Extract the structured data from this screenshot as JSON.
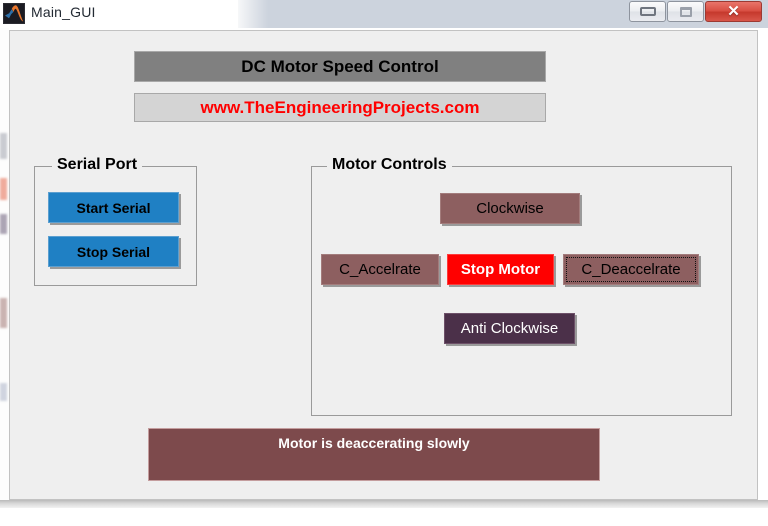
{
  "window": {
    "title": "Main_GUI",
    "app_icon": "matlab-membrane-icon",
    "controls": {
      "minimize": "minimize-icon",
      "maximize": "maximize-icon",
      "close": "✕"
    }
  },
  "banners": {
    "title": "DC Motor Speed Control",
    "website": "www.TheEngineeringProjects.com"
  },
  "serial_panel": {
    "title": "Serial Port",
    "buttons": [
      {
        "label": "Start Serial"
      },
      {
        "label": "Stop Serial"
      }
    ]
  },
  "motor_panel": {
    "title": "Motor Controls",
    "buttons": [
      {
        "label": "Clockwise"
      },
      {
        "label": "C_Accelrate"
      },
      {
        "label": "Stop Motor"
      },
      {
        "label": "C_Deaccelrate"
      },
      {
        "label": "Anti Clockwise"
      }
    ]
  },
  "status": {
    "message": "Motor is deaccerating slowly"
  },
  "colors": {
    "figure_background": "#efefef",
    "banner_title_bg": "#808080",
    "banner_site_bg": "#d4d4d4",
    "website_text": "#ff0000",
    "serial_button": "#1f80c4",
    "motor_button": "#8d5f60",
    "stop_button": "#ff0000",
    "anticlockwise_button": "#4b3049",
    "status_bg": "#7d4a4c",
    "close_button": "#d95044"
  }
}
